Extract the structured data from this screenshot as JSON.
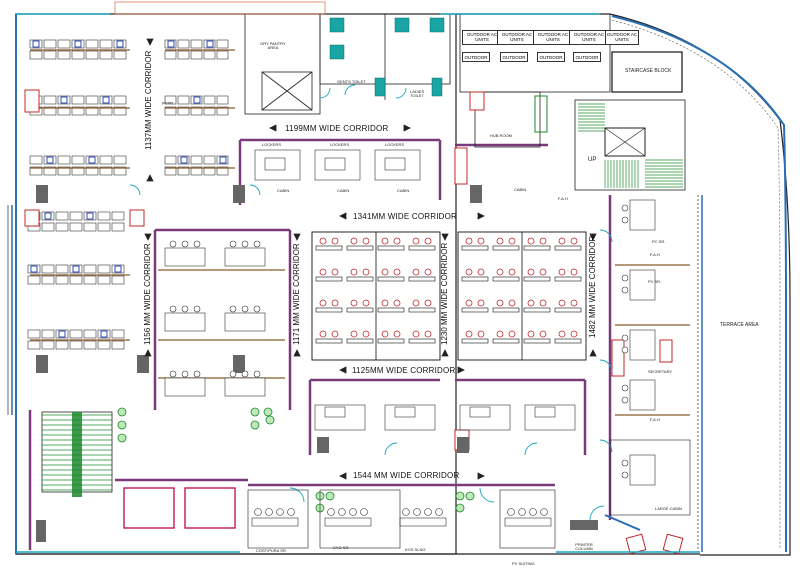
{
  "corridors": {
    "c1137": "1137MM WIDE CORRIDOR",
    "c1199": "1199MM WIDE CORRIDOR",
    "c1341": "1341MM WIDE CORRIDOR",
    "c1156": "1156 MM WIDE CORRIDOR",
    "c1171": "1171 MM WIDE CORRIDOR",
    "c1230": "1230 MM WIDE CORRIDOR",
    "c1482": "1482 MM WIDE CORRIDOR",
    "c1125": "1125MM WIDE CORRIDOR",
    "c1544": "1544 MM WIDE CORRIDOR"
  },
  "rooms": {
    "dry_pantry": "DRY PANTRY AREA",
    "gents_toilet": "GENTS TOILET",
    "ladies_toilet": "LADIES TOILET",
    "staircase_block": "STAIRCASE BLOCK",
    "terrace_area": "TERRACE AREA",
    "hub_room": "HUB ROOM",
    "pc_sr": "PC SR.",
    "pv_sr": "PV SR.",
    "secretary": "SECRETARY",
    "large_cabin": "LARGE CABIN",
    "cos_sr": "COST/PURA SR.",
    "cyo_sr": "CYO SR.",
    "kos_slng": "KOS SLNG",
    "pv_suiting": "PV SUITING",
    "printer_column": "PRINTER COLUMN",
    "printer": "printer",
    "up": "UP",
    "cabin": "CABIN",
    "lockers": "LOCKERS",
    "fah": "F.A.H"
  },
  "outdoor_units": [
    "OUTDOOR AC UNITS",
    "OUTDOOR AC UNITS",
    "OUTDOOR AC UNITS",
    "OUTDOOR AC UNITS",
    "OUTDOOR AC UNITS"
  ],
  "outdoor_small": [
    "OUTDOOR",
    "OUTDOOR",
    "OUTDOOR",
    "OUTDOOR"
  ]
}
